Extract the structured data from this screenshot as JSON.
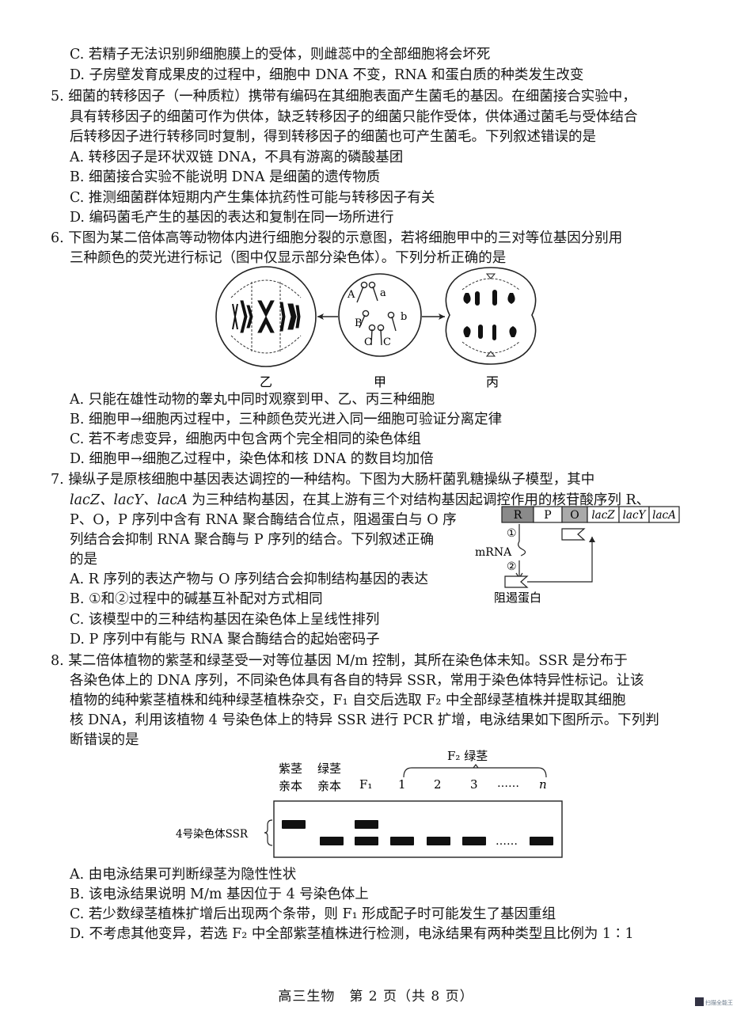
{
  "q4_tail": {
    "c": "C. 若精子无法识别卵细胞膜上的受体，则雌蕊中的全部细胞将会坏死",
    "d": "D. 子房壁发育成果皮的过程中，细胞中 DNA 不变，RNA 和蛋白质的种类发生改变"
  },
  "q5": {
    "stem": [
      "5. 细菌的转移因子（一种质粒）携带有编码在其细胞表面产生菌毛的基因。在细菌接合实验中，",
      "具有转移因子的细菌可作为供体，缺乏转移因子的细菌只能作受体，供体通过菌毛与受体结合",
      "后转移因子进行转移同时复制，得到转移因子的细菌也可产生菌毛。下列叙述错误的是"
    ],
    "a": "A. 转移因子是环状双链 DNA，不具有游离的磷酸基团",
    "b": "B. 细菌接合实验不能说明 DNA 是细菌的遗传物质",
    "c": "C. 推测细菌群体短期内产生集体抗药性可能与转移因子有关",
    "d": "D. 编码菌毛产生的基因的表达和复制在同一场所进行"
  },
  "q6": {
    "stem": [
      "6. 下图为某二倍体高等动物体内进行细胞分裂的示意图，若将细胞甲中的三对等位基因分别用",
      "三种颜色的荧光进行标记（图中仅显示部分染色体）。下列分析正确的是"
    ],
    "cell_labels": {
      "yi": "乙",
      "jia": "甲",
      "bing": "丙"
    },
    "genes": {
      "A": "A",
      "a": "a",
      "B": "B",
      "b": "b",
      "C1": "C",
      "C2": "C"
    },
    "a": "A. 只能在雄性动物的睾丸中同时观察到甲、乙、丙三种细胞",
    "b": "B. 细胞甲→细胞丙过程中，三种颜色荧光进入同一细胞可验证分离定律",
    "c": "C. 若不考虑变异，细胞丙中包含两个完全相同的染色体组",
    "d": "D. 细胞甲→细胞乙过程中，染色体和核 DNA 的数目均加倍"
  },
  "q7": {
    "line1": "7. 操纵子是原核细胞中基因表达调控的一种结构。下图为大肠杆菌乳糖操纵子模型，其中",
    "line2_genes": "lacZ、lacY、lacA",
    "line2_rest": " 为三种结构基因，在其上游有三个对结构基因起调控作用的核苷酸序列 R、",
    "line3": "P、O，P 序列中含有 RNA 聚合酶结合位点，阻遏蛋白与 O 序",
    "line4": "列结合会抑制 RNA 聚合酶与 P 序列的结合。下列叙述正确",
    "line5": "的是",
    "diagram": {
      "boxes": [
        "R",
        "P",
        "O",
        "lacZ",
        "lacY",
        "lacA"
      ],
      "step1": "①",
      "step2": "②",
      "mrna": "mRNA",
      "repressor": "阻遏蛋白"
    },
    "a": "A. R 序列的表达产物与 O 序列结合会抑制结构基因的表达",
    "b": "B. ①和②过程中的碱基互补配对方式相同",
    "c": "C. 该模型中的三种结构基因在染色体上呈线性排列",
    "d": "D. P 序列中有能与 RNA 聚合酶结合的起始密码子"
  },
  "q8": {
    "stem": [
      "8. 某二倍体植物的紫茎和绿茎受一对等位基因 M/m 控制，其所在染色体未知。SSR 是分布于",
      "各染色体上的 DNA 序列，不同染色体具有各自的特异 SSR，常用于染色体特异性标记。让该",
      "植物的纯种紫茎植株和纯种绿茎植株杂交，F₁ 自交后选取 F₂ 中全部绿茎植株并提取其细胞",
      "核 DNA，利用该植物 4 号染色体上的特异 SSR 进行 PCR 扩增，电泳结果如下图所示。下列判",
      "断错误的是"
    ],
    "gel": {
      "f2_label": "F₂ 绿茎",
      "purple_1": "紫茎",
      "purple_2": "亲本",
      "green_1": "绿茎",
      "green_2": "亲本",
      "f1": "F₁",
      "n1": "1",
      "n2": "2",
      "n3": "3",
      "dots": "……",
      "n": "n",
      "row_label": "4号染色体SSR",
      "band_dots": "……"
    },
    "a": "A. 由电泳结果可判断绿茎为隐性性状",
    "b": "B. 该电泳结果说明 M/m 基因位于 4 号染色体上",
    "c": "C. 若少数绿茎植株扩增后出现两个条带，则 F₁ 形成配子时可能发生了基因重组",
    "d": "D. 不考虑其他变异，若选 F₂ 中全部紫茎植株进行检测，电泳结果有两种类型且比例为 1∶1"
  },
  "footer": "高三生物　第 2 页（共 8 页）",
  "watermark": "扫描全能王"
}
